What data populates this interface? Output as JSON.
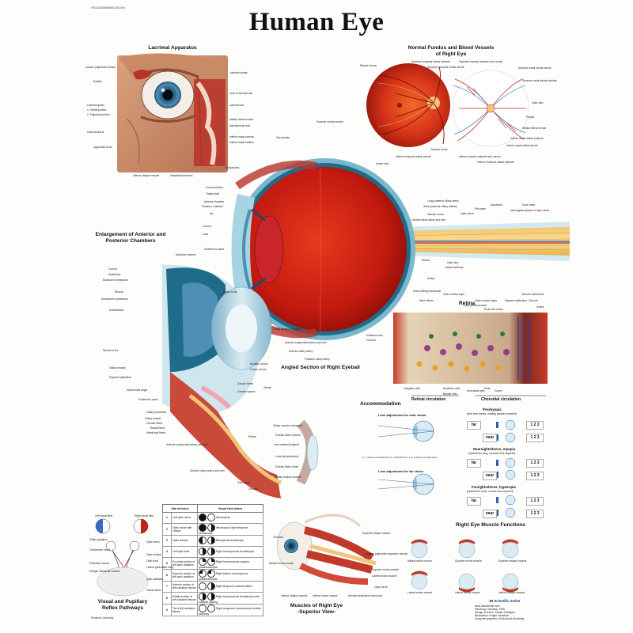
{
  "catalog_id": "VR1326/4006665/1001494",
  "title": "Human Eye",
  "sections": {
    "lacrimal": "Lacrimal Apparatus",
    "fundus_line1": "Normal Fundus and Blood Vessels",
    "fundus_line2": "of Right Eye",
    "enlargement_line1": "Enlargement of Anterior and",
    "enlargement_line2": "Posterior Chambers",
    "section": "Angled Section of Right Eyeball",
    "retina": "Retina",
    "accommodation": "Accommodation",
    "reflex_line1": "Visual and Pupillary",
    "reflex_line2": "Reflex Pathways",
    "muscles_line1": "Muscles of Right Eye",
    "muscles_line2": "-Superior View-",
    "muscle_functions": "Right Eye Muscle Functions"
  },
  "lacrimal_labels": {
    "left": [
      "Levator palpebrae muscle",
      "Eyelids",
      "Lacrimal gland",
      "1. Orbital portion",
      "2. Palpebral portion",
      "Lacrimal ducts",
      "Zygomatic bone"
    ],
    "right": [
      "Lacrimal canals",
      "Lens of lacrimal sac",
      "Lacrimal sac",
      "Middle nasal concha",
      "Nasolacrimal duct",
      "Inferior nasal concha",
      "Inferior nasal meatus"
    ],
    "bottom": [
      "Inferior oblique muscle",
      "Infraorbital foramen"
    ]
  },
  "fundus_labels": [
    "Macula, fovea",
    "Superior temporal retinal arteriole",
    "Superior temporal retinal venule",
    "Superior macular arteriole and venule",
    "Superior nasal retinal venule",
    "Superior nasal retinal arteriole",
    "Optic disc",
    "Papilla",
    "Medial retinal venule",
    "Inferior nasal retinal arteriole",
    "Inferior nasal retinal venule",
    "Macula, fovea",
    "Inferior temporal retinal venule",
    "Inferior macular arteriole and venule",
    "Inferior temporal retinal arteriole",
    "Vortex vein"
  ],
  "section_labels": {
    "top": [
      "Superior rectus muscle",
      "Ora serrata",
      "Conjunctiva"
    ],
    "left": [
      "Corneal limbus",
      "Trabeculum",
      "Anterior chamber",
      "Posterior chamber",
      "Iris",
      "Cornea",
      "Lens",
      "Schlemm's canal",
      "Ciliary body",
      "Ciliary process of retina",
      "Anterior conjunctival artery and vein",
      "Anterior ciliary artery",
      "Posterior ciliary artery"
    ],
    "right": [
      "Long posterior ciliary artery",
      "Short posterior ciliary arteries",
      "Macula, fovea",
      "Optic nerve",
      "Central retinal artery and vein",
      "Pia mater",
      "Arachnoid",
      "Dura mater",
      "Intervaginal spaces of optic nerve",
      "Retina",
      "Optic disc",
      "Lamina cribrosa",
      "Sclera",
      "Vorticose vein",
      "Choroid"
    ]
  },
  "enlargement_labels": [
    "Sphincter muscle",
    "Cornea",
    "Epithelium",
    "Bowman's membrane",
    "Stroma",
    "Descemet's membrane",
    "Endothelium",
    "Stroma of iris",
    "Dilator muscle",
    "Pigment epithelium",
    "Iridocorneal angle",
    "Schlemm's canal",
    "Ciliary processes",
    "Ciliary muscle",
    "Circular fibers",
    "Radial fibers",
    "Meridional fibers",
    "Anterior conjunctival artery and vein",
    "Anterior ciliary artery and vein",
    "Retina",
    "Pars plana",
    "Choroid",
    "Nucleus of lens",
    "Cortex of lens",
    "Zonular fibers",
    "Zonular spaces",
    "Zonule"
  ],
  "retina_labels": [
    "Inner limiting membrane",
    "Nerve fibers",
    "Inner nuclear layer",
    "Ganglion cells",
    "Amacrine cells",
    "Outer nuclear layer",
    "Outer plexiform layer",
    "Rods and cones",
    "Pigment epithelium",
    "Bruch's membrane",
    "Choroid",
    "Sclera",
    "Bipolar cells",
    "Horizontal cells",
    "Rods",
    "Cones"
  ],
  "retina_circulation": [
    "Retinal circulation",
    "Choroidal circulation"
  ],
  "accommodation": {
    "near_title": "Lens adjustment for near vision",
    "far_title": "Lens adjustment for far vision",
    "near_note": "F_n: anterior principal focus; F: principal focus; F_p: posterior principal focus",
    "left_labels": [
      "Ciliary muscle contracted",
      "Zonular fibers relaxed",
      "Lens relaxed (bulged)",
      "Lens flat (stretched)",
      "Zonular fibers tense",
      "Ciliary muscle relaxed"
    ],
    "conditions": [
      {
        "title": "Presbyopia",
        "desc": "(lens less elastic, reading glasses required)"
      },
      {
        "title": "Nearsightedness, myopia",
        "desc": "(eyeball too long, concave lens required)"
      },
      {
        "title": "Farsightedness, hyperopia",
        "desc": "(eyeball too short, convex lens required)"
      }
    ],
    "far": "far",
    "near": "near",
    "chart": "1 2 3"
  },
  "visual_field": {
    "headers": [
      "Site of lesion",
      "Visual field defect"
    ],
    "rows": [
      {
        "n": "1",
        "site": "Left optic nerve",
        "defect": "left anopsia"
      },
      {
        "n": "2",
        "site": "Optic nerve with chiasm",
        "defect": "left anopsia, right temporal hemianopia"
      },
      {
        "n": "3",
        "site": "Optic chiasm",
        "defect": "Bitemporal hemianopia"
      },
      {
        "n": "4",
        "site": "Left optic tract",
        "defect": "Right homonymous hemianopia"
      },
      {
        "n": "5",
        "site": "Proximal portion of left optic radiation",
        "defect": "Right homonymous superior quadrantanopia"
      },
      {
        "n": "6",
        "site": "Superior portion of left optic radiation",
        "defect": "Right inferior homonymous quadrantanopia"
      },
      {
        "n": "7",
        "site": "Anterior portion of left calcarine fissure",
        "defect": "Right temporal crescent defect"
      },
      {
        "n": "8",
        "site": "Middle portion of left calcarine fissure",
        "defect": "Right homonymous hemianopia with macular sparing"
      },
      {
        "n": "9",
        "site": "Tip of left calcarine fissure",
        "defect": "Right congruent homonymous central scotoma"
      }
    ]
  },
  "reflex_labels": [
    "Left visual field",
    "Right visual field",
    "Ciliary ganglion",
    "Oculomotor nerve",
    "Optic nerve",
    "Optic chiasm",
    "Optic tract",
    "Lateral geniculate body",
    "Pretectal nucleus",
    "Edinger-Westphal nucleus",
    "Optic radiation",
    "Visual cortex"
  ],
  "muscles_labels": [
    "Superior oblique muscle",
    "Trochlea",
    "Levator palpebrae superioris muscle",
    "Superior rectus muscle",
    "Lateral rectus muscle",
    "Medial rectus muscle",
    "Optic nerve",
    "Inferior rectus muscle",
    "Inferior oblique muscle",
    "Annulus tendineus communis"
  ],
  "muscle_functions": [
    "Medial rectus muscle",
    "Superior rectus muscle",
    "Superior oblique muscle",
    "Lateral rectus muscle",
    "Inferior rectus muscle",
    "Inferior oblique muscle"
  ],
  "publisher": {
    "brand": "3B Scientific GmbH",
    "lines": [
      "www.3bscientific.com",
      "Hamburg, Germany, 1996",
      "Design and text: Carsten Nordgren",
      "Illustrations: Holger Vanselow",
      "Computer graphics: Guido Arndt-Kleinberg"
    ]
  },
  "printed": "Printed in Germany"
}
